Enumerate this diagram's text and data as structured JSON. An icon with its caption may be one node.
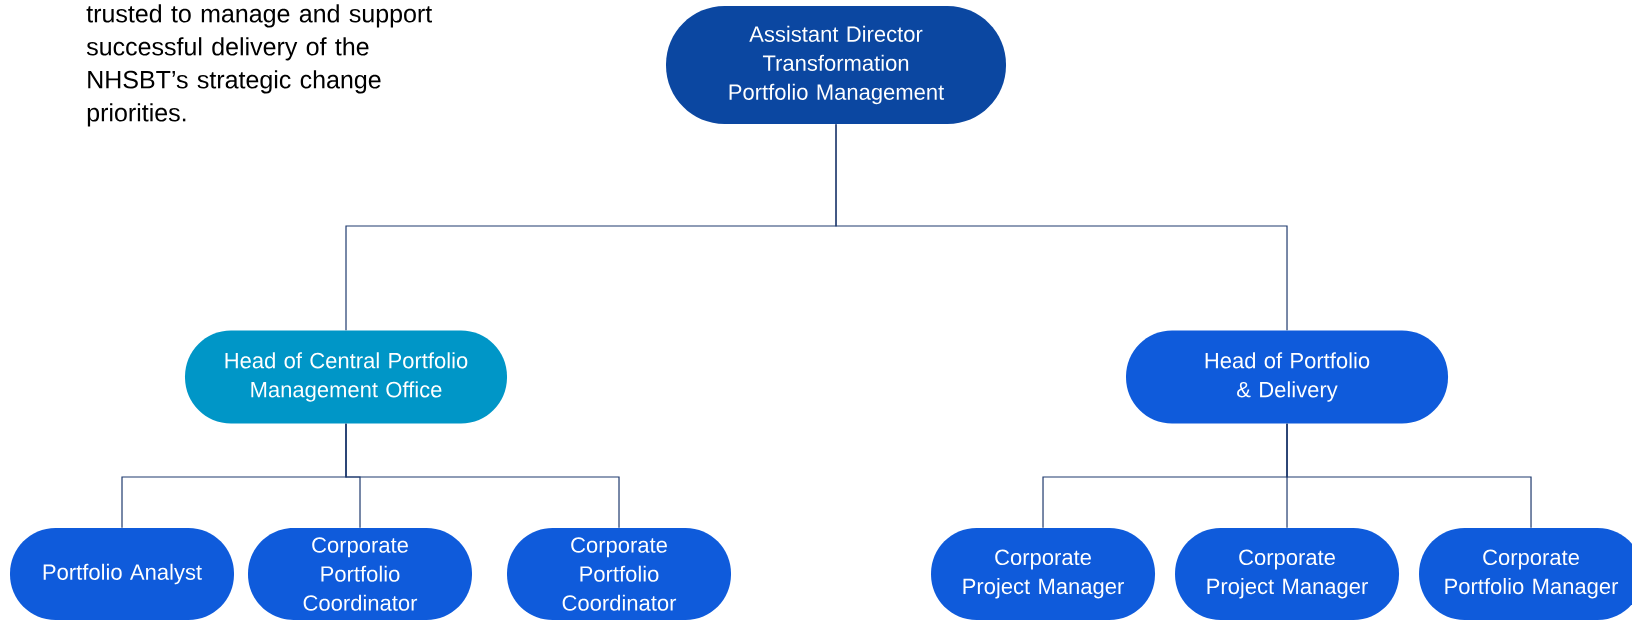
{
  "diagram": {
    "nodes": [
      {
        "text": [
          "Assistant Director Transformation Portfolio Management"
        ]
      },
      {
        "text": [
          "Head of Central Portfolio Management Office"
        ]
      },
      {
        "text": [
          "Head of Portfolio & Delivery"
        ]
      },
      {
        "text": [
          "Portfolio Analyst"
        ]
      },
      {
        "text": [
          "Corporate Portfolio Coordinator"
        ]
      },
      {
        "text": [
          "Corporate Portfolio Coordinator"
        ]
      },
      {
        "text": [
          "Corporate Project Manager"
        ]
      },
      {
        "text": [
          "Corporate Project Manager"
        ]
      },
      {
        "text": [
          "Corporate Portfolio Manager"
        ]
      }
    ],
    "edges": [
      {
        "from": 0,
        "to": 1,
        "arrow": "none"
      },
      {
        "from": 0,
        "to": 2,
        "arrow": "none"
      },
      {
        "from": 1,
        "to": 3,
        "arrow": "none"
      },
      {
        "from": 1,
        "to": 4,
        "arrow": "none"
      },
      {
        "from": 1,
        "to": 5,
        "arrow": "none"
      },
      {
        "from": 2,
        "to": 6,
        "arrow": "none"
      },
      {
        "from": 2,
        "to": 7,
        "arrow": "none"
      },
      {
        "from": 2,
        "to": 8,
        "arrow": "none"
      }
    ],
    "labels": [
      "trusted to manage and support successful delivery of the NHSBT’s strategic change priorities."
    ]
  }
}
